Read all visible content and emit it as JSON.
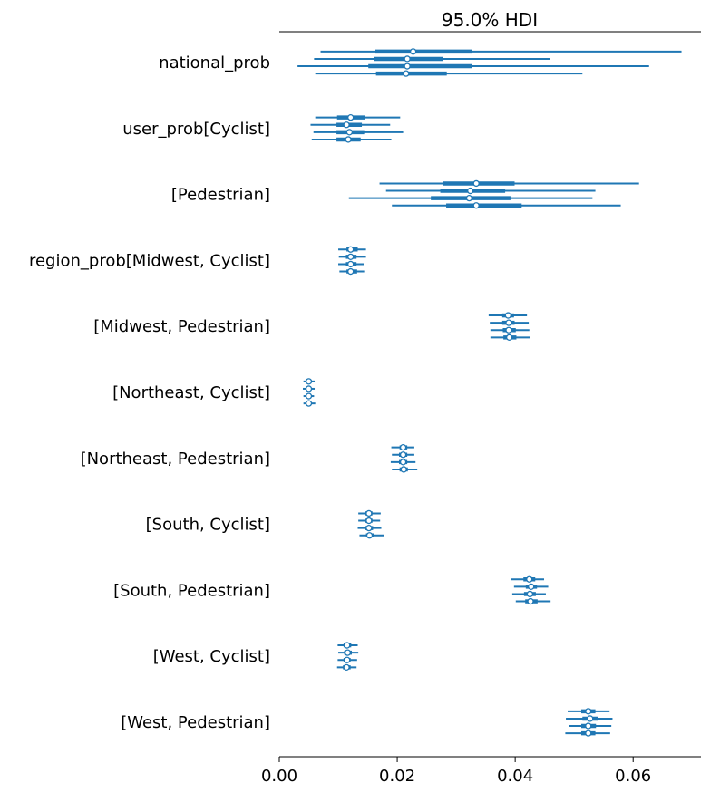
{
  "chart_data": {
    "type": "forest",
    "title": "95.0% HDI",
    "xlim": [
      0.0,
      0.0715
    ],
    "xticks": [
      0.0,
      0.02,
      0.04,
      0.06
    ],
    "xtick_labels": [
      "0.00",
      "0.02",
      "0.04",
      "0.06"
    ],
    "grid": false,
    "line_color": "#1f77b4",
    "chains": 4,
    "rows": [
      {
        "label": "national_prob",
        "chains": [
          {
            "hdi": [
              0.007,
              0.0682
            ],
            "iqr": [
              0.0163,
              0.0326
            ],
            "mean": 0.0227
          },
          {
            "hdi": [
              0.0059,
              0.0459
            ],
            "iqr": [
              0.016,
              0.0277
            ],
            "mean": 0.0217
          },
          {
            "hdi": [
              0.0031,
              0.0627
            ],
            "iqr": [
              0.0151,
              0.0326
            ],
            "mean": 0.0217
          },
          {
            "hdi": [
              0.0061,
              0.0514
            ],
            "iqr": [
              0.0164,
              0.0284
            ],
            "mean": 0.0215
          }
        ]
      },
      {
        "label": "user_prob[Cyclist]",
        "chains": [
          {
            "hdi": [
              0.0061,
              0.0205
            ],
            "iqr": [
              0.0098,
              0.0145
            ],
            "mean": 0.0121
          },
          {
            "hdi": [
              0.0053,
              0.0188
            ],
            "iqr": [
              0.0097,
              0.014
            ],
            "mean": 0.0114
          },
          {
            "hdi": [
              0.0058,
              0.021
            ],
            "iqr": [
              0.0097,
              0.0144
            ],
            "mean": 0.0119
          },
          {
            "hdi": [
              0.0055,
              0.019
            ],
            "iqr": [
              0.0097,
              0.0138
            ],
            "mean": 0.0117
          }
        ]
      },
      {
        "label": "[Pedestrian]",
        "chains": [
          {
            "hdi": [
              0.017,
              0.061
            ],
            "iqr": [
              0.0278,
              0.0399
            ],
            "mean": 0.0334
          },
          {
            "hdi": [
              0.0181,
              0.0536
            ],
            "iqr": [
              0.0273,
              0.0383
            ],
            "mean": 0.0324
          },
          {
            "hdi": [
              0.0118,
              0.0531
            ],
            "iqr": [
              0.0257,
              0.0392
            ],
            "mean": 0.0322
          },
          {
            "hdi": [
              0.0191,
              0.0579
            ],
            "iqr": [
              0.0283,
              0.0411
            ],
            "mean": 0.0334
          }
        ]
      },
      {
        "label": "region_prob[Midwest, Cyclist]",
        "chains": [
          {
            "hdi": [
              0.01,
              0.0147
            ],
            "iqr": [
              0.0114,
              0.0133
            ],
            "mean": 0.0121
          },
          {
            "hdi": [
              0.0101,
              0.0147
            ],
            "iqr": [
              0.0113,
              0.0131
            ],
            "mean": 0.0121
          },
          {
            "hdi": [
              0.01,
              0.0143
            ],
            "iqr": [
              0.0113,
              0.0131
            ],
            "mean": 0.0121
          },
          {
            "hdi": [
              0.0102,
              0.0144
            ],
            "iqr": [
              0.0114,
              0.0132
            ],
            "mean": 0.0121
          }
        ]
      },
      {
        "label": "[Midwest, Pedestrian]",
        "chains": [
          {
            "hdi": [
              0.0355,
              0.042
            ],
            "iqr": [
              0.0378,
              0.0398
            ],
            "mean": 0.0388
          },
          {
            "hdi": [
              0.0357,
              0.0423
            ],
            "iqr": [
              0.0378,
              0.0399
            ],
            "mean": 0.0389
          },
          {
            "hdi": [
              0.0358,
              0.0424
            ],
            "iqr": [
              0.0379,
              0.0401
            ],
            "mean": 0.0389
          },
          {
            "hdi": [
              0.0358,
              0.0425
            ],
            "iqr": [
              0.038,
              0.0402
            ],
            "mean": 0.039
          }
        ]
      },
      {
        "label": "[Northeast, Cyclist]",
        "chains": [
          {
            "hdi": [
              0.0041,
              0.006
            ],
            "iqr": [
              0.0046,
              0.0054
            ],
            "mean": 0.005
          },
          {
            "hdi": [
              0.004,
              0.006
            ],
            "iqr": [
              0.0046,
              0.0054
            ],
            "mean": 0.005
          },
          {
            "hdi": [
              0.0041,
              0.0059
            ],
            "iqr": [
              0.0046,
              0.0054
            ],
            "mean": 0.005
          },
          {
            "hdi": [
              0.0041,
              0.0061
            ],
            "iqr": [
              0.0047,
              0.0054
            ],
            "mean": 0.005
          }
        ]
      },
      {
        "label": "[Northeast, Pedestrian]",
        "chains": [
          {
            "hdi": [
              0.019,
              0.0229
            ],
            "iqr": [
              0.0204,
              0.0217
            ],
            "mean": 0.021
          },
          {
            "hdi": [
              0.0191,
              0.0229
            ],
            "iqr": [
              0.0203,
              0.0217
            ],
            "mean": 0.021
          },
          {
            "hdi": [
              0.0189,
              0.0231
            ],
            "iqr": [
              0.0203,
              0.0217
            ],
            "mean": 0.021
          },
          {
            "hdi": [
              0.0191,
              0.0234
            ],
            "iqr": [
              0.0204,
              0.0218
            ],
            "mean": 0.0211
          }
        ]
      },
      {
        "label": "[South, Cyclist]",
        "chains": [
          {
            "hdi": [
              0.0134,
              0.0172
            ],
            "iqr": [
              0.0145,
              0.0158
            ],
            "mean": 0.0152
          },
          {
            "hdi": [
              0.0134,
              0.0171
            ],
            "iqr": [
              0.0145,
              0.0158
            ],
            "mean": 0.0152
          },
          {
            "hdi": [
              0.0133,
              0.0173
            ],
            "iqr": [
              0.0145,
              0.0159
            ],
            "mean": 0.0152
          },
          {
            "hdi": [
              0.0136,
              0.0177
            ],
            "iqr": [
              0.0147,
              0.016
            ],
            "mean": 0.0153
          }
        ]
      },
      {
        "label": "[South, Pedestrian]",
        "chains": [
          {
            "hdi": [
              0.0393,
              0.0449
            ],
            "iqr": [
              0.0414,
              0.0434
            ],
            "mean": 0.0424
          },
          {
            "hdi": [
              0.0398,
              0.0456
            ],
            "iqr": [
              0.0418,
              0.0437
            ],
            "mean": 0.0427
          },
          {
            "hdi": [
              0.0395,
              0.0452
            ],
            "iqr": [
              0.0415,
              0.0435
            ],
            "mean": 0.0425
          },
          {
            "hdi": [
              0.0401,
              0.046
            ],
            "iqr": [
              0.0417,
              0.0438
            ],
            "mean": 0.0426
          }
        ]
      },
      {
        "label": "[West, Cyclist]",
        "chains": [
          {
            "hdi": [
              0.0099,
              0.0133
            ],
            "iqr": [
              0.0109,
              0.0122
            ],
            "mean": 0.0115
          },
          {
            "hdi": [
              0.01,
              0.0134
            ],
            "iqr": [
              0.011,
              0.0123
            ],
            "mean": 0.0116
          },
          {
            "hdi": [
              0.0099,
              0.0132
            ],
            "iqr": [
              0.0109,
              0.0121
            ],
            "mean": 0.0115
          },
          {
            "hdi": [
              0.0098,
              0.0131
            ],
            "iqr": [
              0.0108,
              0.0121
            ],
            "mean": 0.0114
          }
        ]
      },
      {
        "label": "[West, Pedestrian]",
        "chains": [
          {
            "hdi": [
              0.0489,
              0.056
            ],
            "iqr": [
              0.0512,
              0.0536
            ],
            "mean": 0.0524
          },
          {
            "hdi": [
              0.0486,
              0.0565
            ],
            "iqr": [
              0.0514,
              0.054
            ],
            "mean": 0.0527
          },
          {
            "hdi": [
              0.0491,
              0.0563
            ],
            "iqr": [
              0.0512,
              0.0537
            ],
            "mean": 0.0524
          },
          {
            "hdi": [
              0.0485,
              0.0561
            ],
            "iqr": [
              0.0512,
              0.0536
            ],
            "mean": 0.0524
          }
        ]
      }
    ]
  }
}
